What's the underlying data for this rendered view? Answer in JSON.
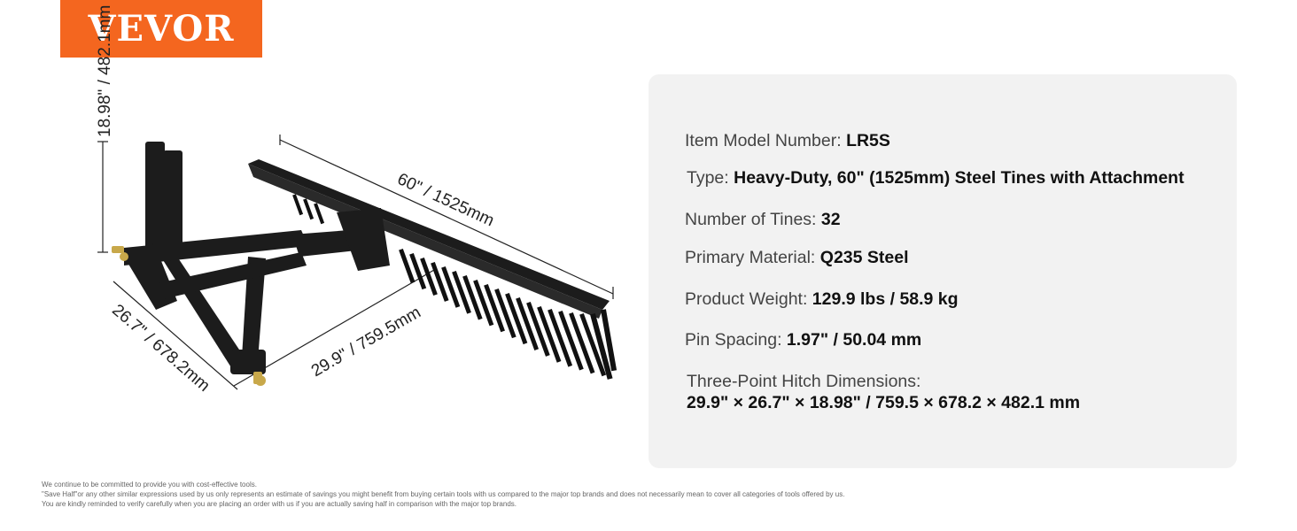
{
  "brand": {
    "logo_text": "VEVOR",
    "color": "#f4661f"
  },
  "dimensions": {
    "height": "18.98\" / 482.1mm",
    "width": "60\" / 1525mm",
    "depth": "26.7\" / 678.2mm",
    "length": "29.9\" / 759.5mm"
  },
  "specs": {
    "model": {
      "label": "Item Model Number: ",
      "value": "LR5S"
    },
    "type": {
      "label": "Type: ",
      "value": "Heavy-Duty, 60\" (1525mm) Steel Tines with Attachment"
    },
    "tines": {
      "label": "Number of Tines: ",
      "value": "32"
    },
    "material": {
      "label": "Primary Material: ",
      "value": "Q235 Steel"
    },
    "weight": {
      "label": "Product Weight: ",
      "value": "129.9 lbs / 58.9 kg"
    },
    "pin": {
      "label": "Pin Spacing: ",
      "value": "1.97\" / 50.04 mm"
    },
    "hitch": {
      "label": "Three-Point Hitch Dimensions:",
      "value": "29.9\" × 26.7\" × 18.98\" / 759.5 × 678.2 × 482.1 mm"
    }
  },
  "disclaimer": [
    "We continue to be committed to provide you with cost-effective tools.",
    "\"Save Half\"or any other similar expressions used by us only represents an estimate of savings you might benefit from buying certain tools with us compared to the major top brands and does not necessarily mean to cover all categories of tools offered by us.",
    "You are kindly reminded to verify carefully when you are placing an order with us if you are actually saving half in comparison with the major top brands."
  ]
}
